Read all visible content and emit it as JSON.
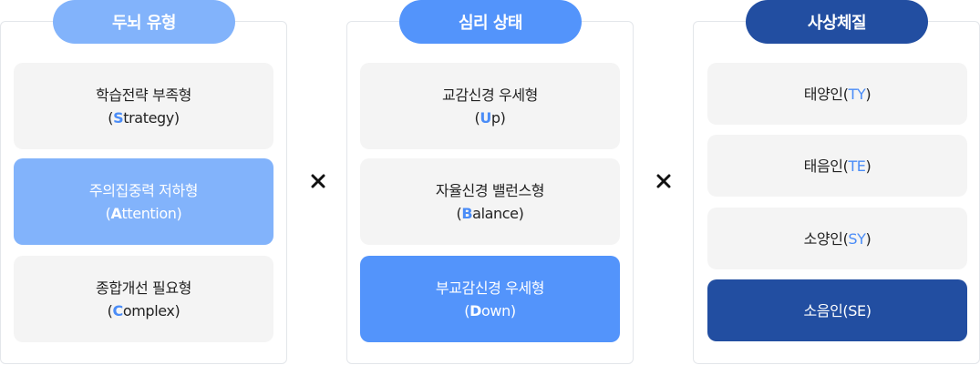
{
  "colors": {
    "card_default": "#f4f4f4",
    "letter_accent": "#4a8cf7",
    "text_dark": "#222222",
    "text_white": "#ffffff",
    "border": "#e3e6ea"
  },
  "columns": [
    {
      "header": "두뇌 유형",
      "header_color": "#82b3fb",
      "highlight_color": "#82b3fb",
      "cards": [
        {
          "ko": "학습전략 부족형",
          "letter": "S",
          "rest": "trategy",
          "highlight": false
        },
        {
          "ko": "주의집중력 저하형",
          "letter": "A",
          "rest": "ttention",
          "highlight": true
        },
        {
          "ko": "종합개선 필요형",
          "letter": "C",
          "rest": "omplex",
          "highlight": false
        }
      ]
    },
    {
      "header": "심리 상태",
      "header_color": "#5394fb",
      "highlight_color": "#5394fb",
      "cards": [
        {
          "ko": "교감신경 우세형",
          "letter": "U",
          "rest": "p",
          "highlight": false
        },
        {
          "ko": "자율신경 밸런스형",
          "letter": "B",
          "rest": "alance",
          "highlight": false
        },
        {
          "ko": "부교감신경 우세형",
          "letter": "D",
          "rest": "own",
          "highlight": true
        }
      ]
    },
    {
      "header": "사상체질",
      "header_color": "#224ea1",
      "highlight_color": "#224ea1",
      "cards": [
        {
          "ko": "태양인",
          "letter": "TY",
          "rest": "",
          "highlight": false
        },
        {
          "ko": "태음인",
          "letter": "TE",
          "rest": "",
          "highlight": false
        },
        {
          "ko": "소양인",
          "letter": "SY",
          "rest": "",
          "highlight": false
        },
        {
          "ko": "소음인",
          "letter": "SE",
          "rest": "",
          "highlight": true
        }
      ]
    }
  ],
  "operators": [
    "times-icon",
    "times-icon"
  ]
}
